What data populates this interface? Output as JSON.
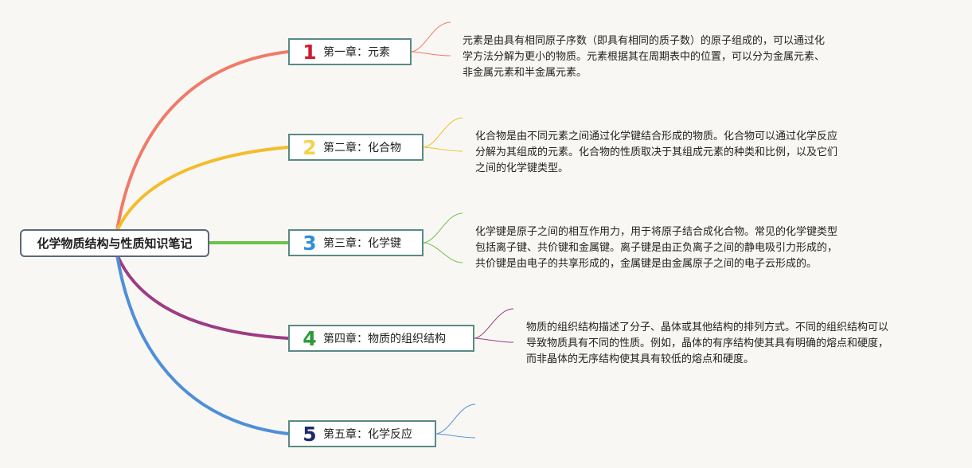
{
  "root": {
    "title": "化学物质结构与性质知识笔记"
  },
  "chapters": [
    {
      "number": "1",
      "title": "第一章：元素",
      "color": "#f07a68",
      "num_color": "#d01c2e",
      "description": [
        "元素是由具有相同原子序数（即具有相同的质子数）的原子组成的，可以通过化",
        "学方法分解为更小的物质。元素根据其在周期表中的位置，可以分为金属元素、",
        "非金属元素和半金属元素。"
      ]
    },
    {
      "number": "2",
      "title": "第二章：化合物",
      "color": "#f4bc2a",
      "num_color": "#f4d24a",
      "description": [
        "化合物是由不同元素之间通过化学键结合形成的物质。化合物可以通过化学反应",
        "分解为其组成的元素。化合物的性质取决于其组成元素的种类和比例，以及它们",
        "之间的化学键类型。"
      ]
    },
    {
      "number": "3",
      "title": "第三章：化学键",
      "color": "#6cc24a",
      "num_color": "#2f8fd8",
      "description": [
        "化学键是原子之间的相互作用力，用于将原子结合成化合物。常见的化学键类型",
        "包括离子键、共价键和金属键。离子键是由正负离子之间的静电吸引力形成的，",
        "共价键是由电子的共享形成的，金属键是由金属原子之间的电子云形成的。"
      ]
    },
    {
      "number": "4",
      "title": "第四章：物质的组织结构",
      "color": "#9c3c84",
      "num_color": "#2a9a3a",
      "description": [
        "物质的组织结构描述了分子、晶体或其他结构的排列方式。不同的组织结构可以",
        "导致物质具有不同的性质。例如，晶体的有序结构使其具有明确的熔点和硬度，",
        "而非晶体的无序结构使其具有较低的熔点和硬度。"
      ]
    },
    {
      "number": "5",
      "title": "第五章：化学反应",
      "color": "#4f8fd8",
      "num_color": "#1c2a6e",
      "description": []
    }
  ]
}
